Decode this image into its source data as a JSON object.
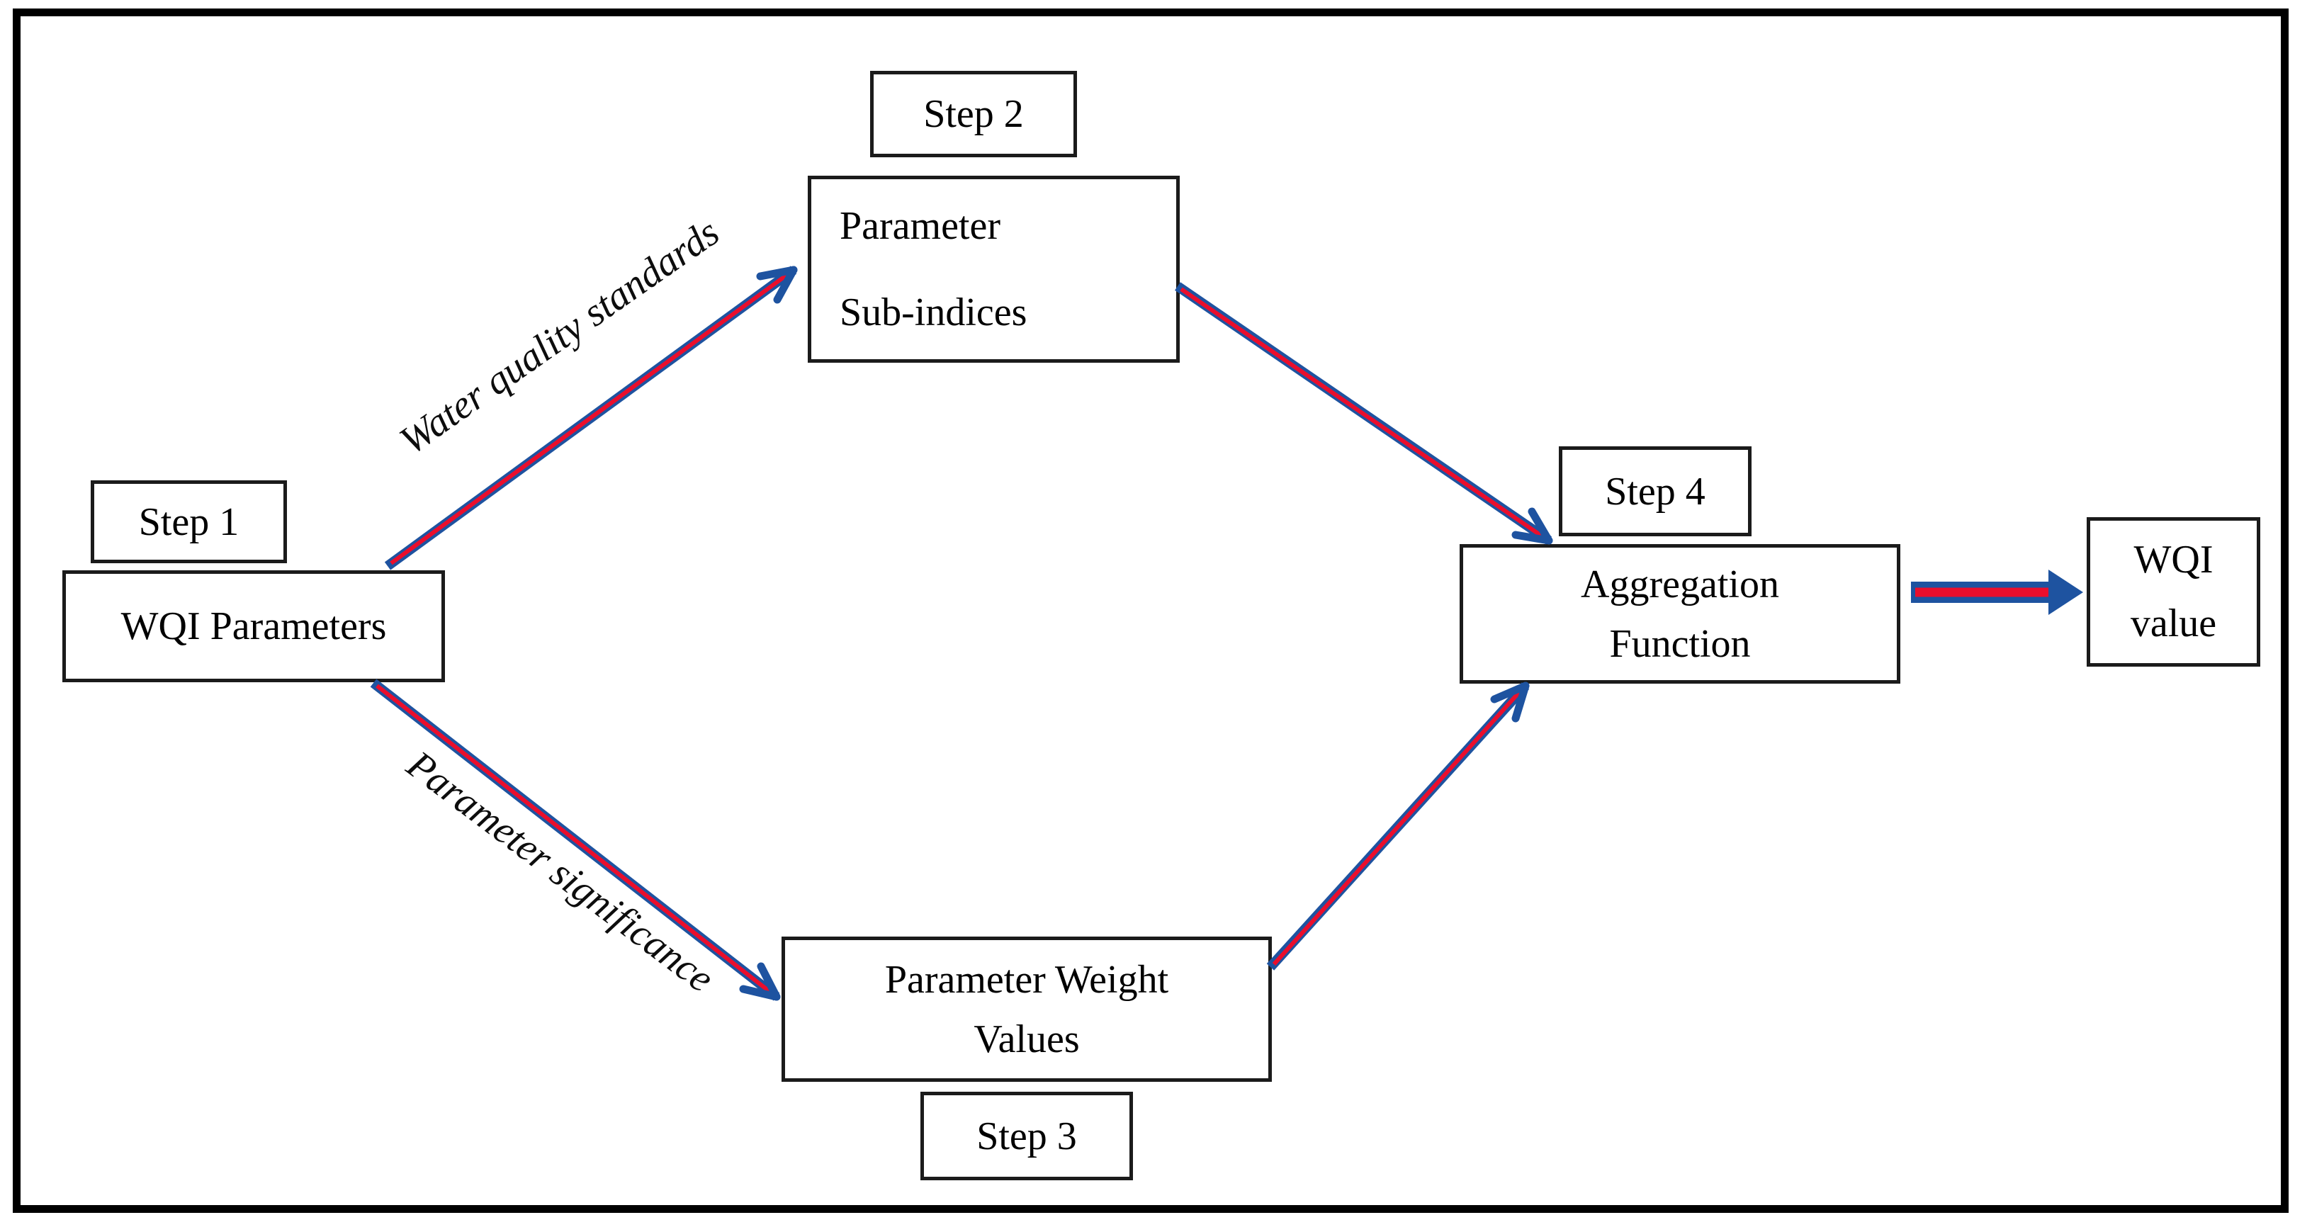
{
  "diagram": {
    "title_implicit": "WQI calculation steps flowchart",
    "boxes": {
      "step1_label": "Step 1",
      "step2_label": "Step 2",
      "step3_label": "Step 3",
      "step4_label": "Step 4",
      "wqi_parameters": "WQI Parameters",
      "subindices_line1": "Parameter",
      "subindices_line2": "Sub-indices",
      "weights_line1": "Parameter Weight",
      "weights_line2": "Values",
      "aggregation_line1": "Aggregation",
      "aggregation_line2": "Function",
      "wqi_value_line1": "WQI",
      "wqi_value_line2": "value"
    },
    "arrow_labels": {
      "water_quality": "Water quality standards",
      "parameter_significance": "Parameter significance"
    },
    "flow": [
      {
        "from": "WQI Parameters",
        "to": "Parameter Sub-indices",
        "via": "Water quality standards"
      },
      {
        "from": "WQI Parameters",
        "to": "Parameter Weight Values",
        "via": "Parameter significance"
      },
      {
        "from": "Parameter Sub-indices",
        "to": "Aggregation Function"
      },
      {
        "from": "Parameter Weight Values",
        "to": "Aggregation Function"
      },
      {
        "from": "Aggregation Function",
        "to": "WQI value"
      }
    ],
    "colors": {
      "arrow_blue": "#1E53A0",
      "arrow_red": "#EA0E2C",
      "box_border": "#1b1b1b",
      "outer_frame": "#000000",
      "background": "#ffffff"
    }
  }
}
